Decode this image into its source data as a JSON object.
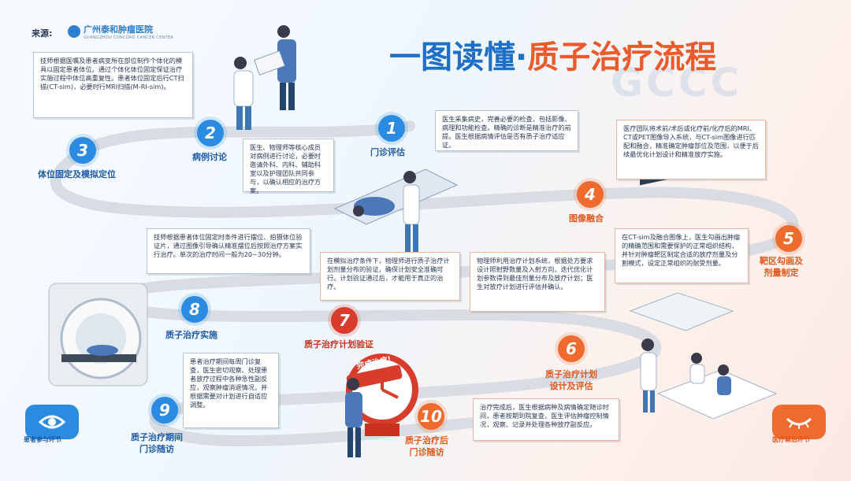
{
  "source": {
    "label": "来源:",
    "hospital_name": "广州泰和肿瘤医院",
    "hospital_name_en": "GUANGZHOU CONCORD CANCER CENTER"
  },
  "title": {
    "part1": "一图读懂·",
    "part2": "质子治疗流程"
  },
  "watermark": "GCCC",
  "steps": [
    {
      "num": "1",
      "label": "门诊评估",
      "text": "医生采集病史，完善必要的检查，包括影像、病理和功能检查。精确的诊断是精准治疗的前提。医生根据病情评估是否有质子治疗适应证。"
    },
    {
      "num": "2",
      "label": "病例讨论",
      "text": "医生、物理师等核心成员对病例进行讨论，必要时邀请外科、内科、辅助科室以及护理团队共同参与，以确认相应的治疗方案。"
    },
    {
      "num": "3",
      "label": "体位固定及模拟定位",
      "text": "技师根据医嘱及患者病变所在部位制作个体化的模具以固定患者体位。通过个体化体位固定保证治疗实施过程中体位高重复性。患者体位固定后行CT扫描(CT-sim)，必要时行MRI扫描(M-RI-sim)。"
    },
    {
      "num": "4",
      "label": "图像融合",
      "text": "医疗团队将术前/术后或化疗前/化疗后的MRI、CT或PET图像导入系统，与CT-sim图像进行匹配和融合，精准确定肿瘤部位及范围，以便于后续最优化计划设计和精准放疗实施。"
    },
    {
      "num": "5",
      "label": "靶区勾画及\n剂量制定",
      "text": "在CT-sim及融合图像上，医生勾画出肿瘤的精确范围和需要保护的正常组织结构，并针对肿瘤靶区制定合适的放疗剂量及分割模式，设定正常组织的耐受剂量。"
    },
    {
      "num": "6",
      "label": "质子治疗计划\n设计及评估",
      "text": "物理师利用治疗计划系统，根据处方要求设计照射野数量及入射方向，迭代优化计划参数得到最佳剂量分布及放疗计划；医生对放疗计划进行评估并确认。"
    },
    {
      "num": "7",
      "label": "质子治疗计划验证",
      "text": "在模拟治疗条件下，物理师进行质子治疗计划剂量分布的验证，确保计划安全准确可行。计划验证通过后，才能用于真正的治疗。"
    },
    {
      "num": "8",
      "label": "质子治疗实施",
      "text": "技师根据患者体位固定时条件进行摆位、拍摄体位验证片，通过图像引导确认精准摆位后按照治疗方案实行治疗。单次的治疗时间一般为20~30分钟。"
    },
    {
      "num": "9",
      "label": "质子治疗期间\n门诊随访",
      "text": "患者治疗期间每周门诊复查，医生密切观察、处理患者放疗过程中各种急性副反应，观察肿瘤消退情况，并根据需要对计划进行自适应调整。"
    },
    {
      "num": "10",
      "label": "质子治疗后\n门诊随访",
      "text": "治疗完成后，医生根据病种及病情确定随诊时间，患者按期到院复查，医生评估肿瘤控制情况，观察、记录并处理各种放疗副反应。"
    }
  ],
  "clock_sign": "完成治疗!",
  "badges": {
    "left": "患者参与环节",
    "right": "医疗幕后环节"
  },
  "colors": {
    "blue": "#2a8be0",
    "orange": "#ef6a2d",
    "red": "#d83c2c",
    "path": "#d9dde3"
  },
  "icons": {
    "left_badge": "eye-icon",
    "right_badge": "closed-eye-icon"
  }
}
